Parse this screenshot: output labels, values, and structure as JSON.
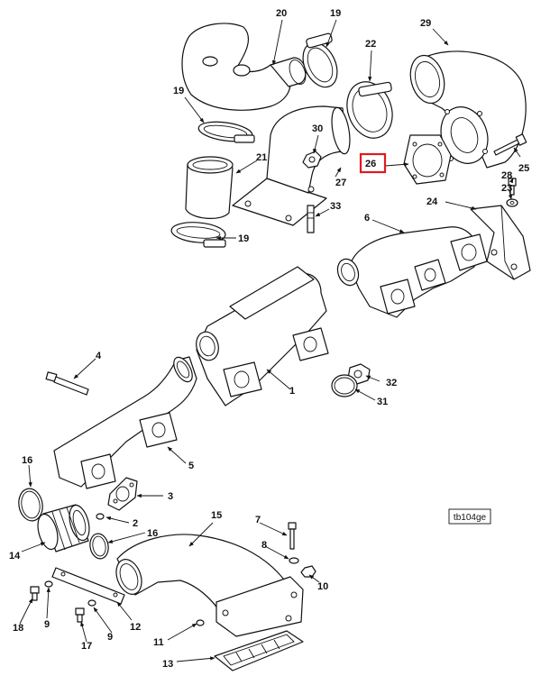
{
  "reference_code": "tb104ge",
  "highlight_color": "#e0191f",
  "highlighted_callout": "26",
  "callouts": {
    "c1": "1",
    "c2": "2",
    "c3": "3",
    "c4": "4",
    "c5": "5",
    "c6": "6",
    "c7": "7",
    "c8": "8",
    "c9a": "9",
    "c9b": "9",
    "c10": "10",
    "c11": "11",
    "c12": "12",
    "c13": "13",
    "c14": "14",
    "c15": "15",
    "c16a": "16",
    "c16b": "16",
    "c17": "17",
    "c18": "18",
    "c19a": "19",
    "c19b": "19",
    "c19c": "19",
    "c20": "20",
    "c21": "21",
    "c22": "22",
    "c23": "23",
    "c24": "24",
    "c25": "25",
    "c26": "26",
    "c27": "27",
    "c28": "28",
    "c29": "29",
    "c30": "30",
    "c31": "31",
    "c32": "32",
    "c33": "33"
  }
}
